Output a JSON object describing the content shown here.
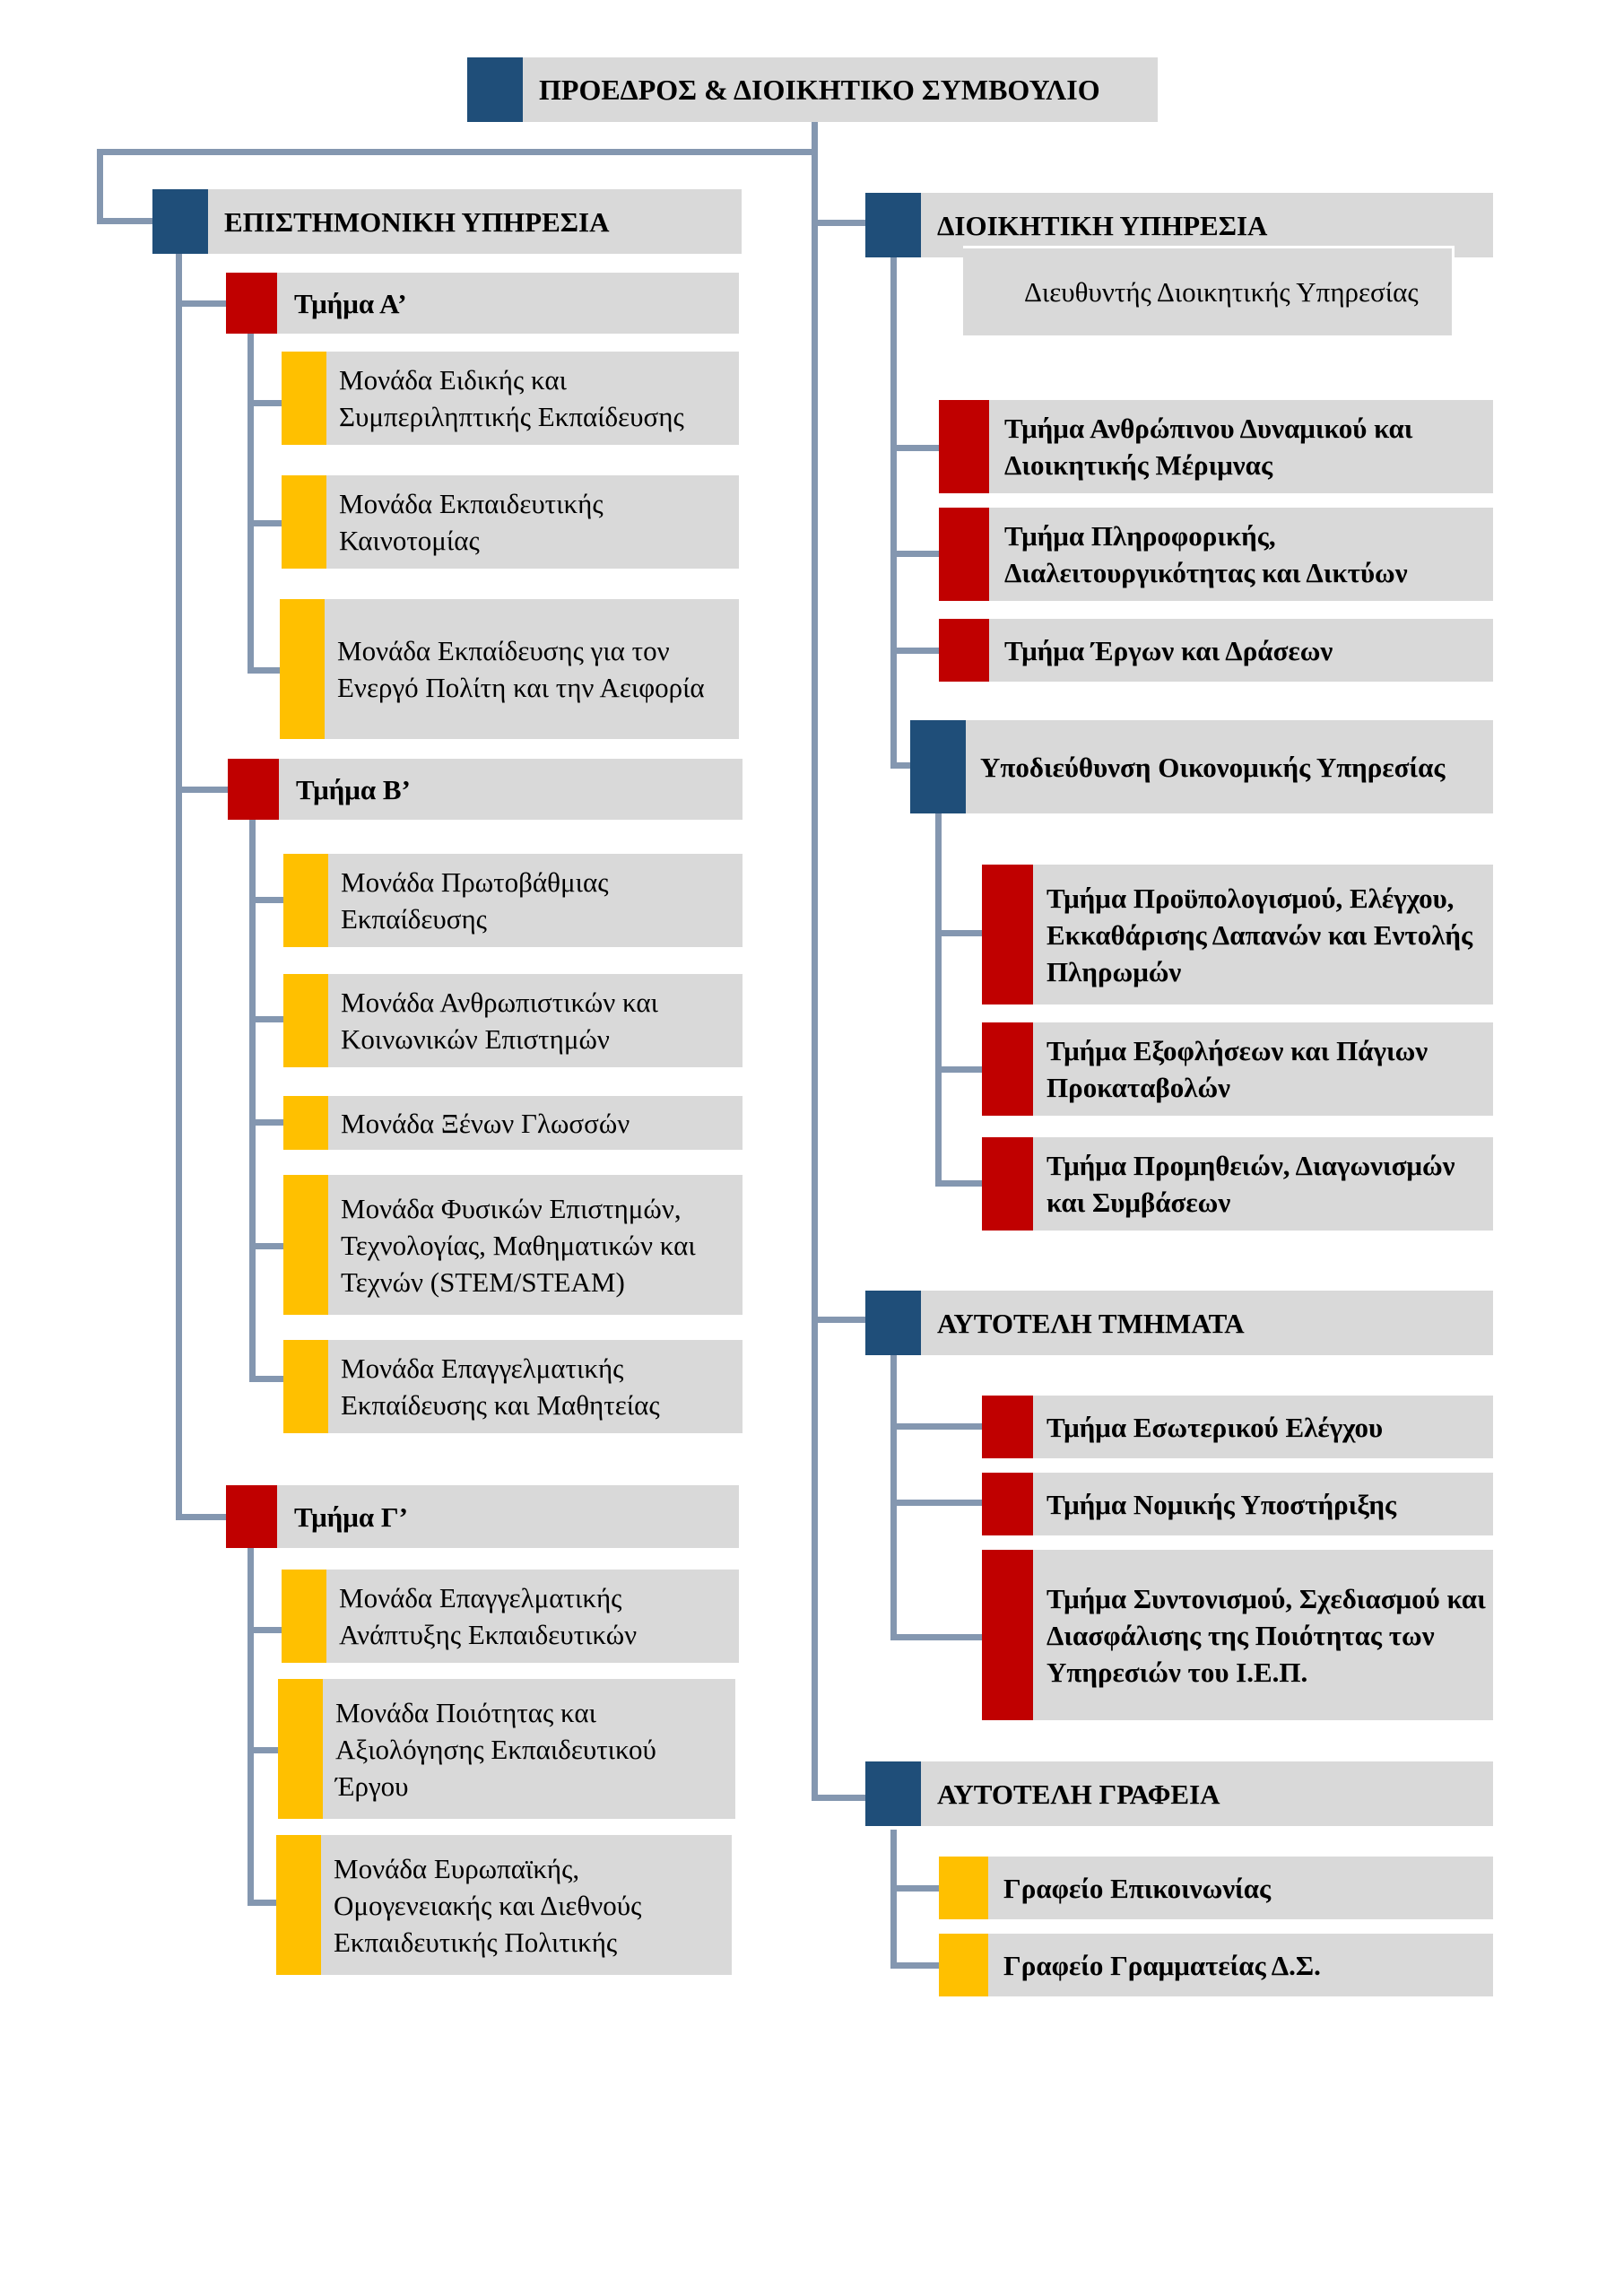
{
  "top": {
    "title": "ΠΡΟΕΔΡΟΣ & ΔΙΟΙΚΗΤΙΚΟ ΣΥΜΒΟΥΛΙΟ"
  },
  "scientific": {
    "title": "ΕΠΙΣΤΗΜΟΝΙΚΗ ΥΠΗΡΕΣΙΑ",
    "dept_a": {
      "title": "Τμήμα Α’",
      "units": [
        "Μονάδα Ειδικής και Συμπεριληπτικής Εκπαίδευσης",
        "Μονάδα Εκπαιδευτικής Καινοτομίας",
        "Μονάδα Εκπαίδευσης για τον Ενεργό Πολίτη και την Αειφορία"
      ]
    },
    "dept_b": {
      "title": "Τμήμα Β’",
      "units": [
        "Μονάδα Πρωτοβάθμιας Εκπαίδευσης",
        "Μονάδα Ανθρωπιστικών και Κοινωνικών Επιστημών",
        "Μονάδα Ξένων Γλωσσών",
        "Μονάδα Φυσικών Επιστημών, Τεχνολογίας, Μαθηματικών και Τεχνών (STEM/STEAM)",
        "Μονάδα Επαγγελματικής Εκπαίδευσης και Μαθητείας"
      ]
    },
    "dept_c": {
      "title": "Τμήμα Γ’",
      "units": [
        "Μονάδα Επαγγελματικής Ανάπτυξης Εκπαιδευτικών",
        "Μονάδα Ποιότητας και Αξιολόγησης Εκπαιδευτικού Έργου",
        "Μονάδα Ευρωπαϊκής, Ομογενειακής και Διεθνούς Εκπαιδευτικής Πολιτικής"
      ]
    }
  },
  "administrative": {
    "title": "ΔΙΟΙΚΗΤΙΚΗ ΥΠΗΡΕΣΙΑ",
    "director": "Διευθυντής Διοικητικής Υπηρεσίας",
    "departments": [
      "Τμήμα Ανθρώπινου Δυναμικού και Διοικητικής Μέριμνας",
      "Τμήμα Πληροφορικής, Διαλειτουργικότητας και Δικτύων",
      "Τμήμα Έργων και Δράσεων"
    ],
    "finance": {
      "title": "Υποδιεύθυνση Οικονομικής Υπηρεσίας",
      "departments": [
        "Τμήμα Προϋπολογισμού, Ελέγχου, Εκκαθάρισης Δαπανών και Εντολής Πληρωμών",
        "Τμήμα Εξοφλήσεων και Πάγιων Προκαταβολών",
        "Τμήμα Προμηθειών, Διαγωνισμών και Συμβάσεων"
      ]
    }
  },
  "independent_departments": {
    "title": "ΑΥΤΟΤΕΛΗ ΤΜΗΜΑΤΑ",
    "departments": [
      "Τμήμα Εσωτερικού Ελέγχου",
      "Τμήμα Νομικής Υποστήριξης",
      "Τμήμα Συντονισμού, Σχεδιασμού και Διασφάλισης της Ποιότητας των Υπηρεσιών του Ι.Ε.Π."
    ]
  },
  "independent_offices": {
    "title": "ΑΥΤΟΤΕΛΗ ΓΡΑΦΕΙΑ",
    "offices": [
      "Γραφείο Επικοινωνίας",
      "Γραφείο Γραμματείας Δ.Σ."
    ]
  },
  "colors": {
    "navy": "#1f4e79",
    "red": "#c00000",
    "yellow": "#ffc000",
    "panel": "#d9d9d9",
    "connector": "#8497b0"
  }
}
